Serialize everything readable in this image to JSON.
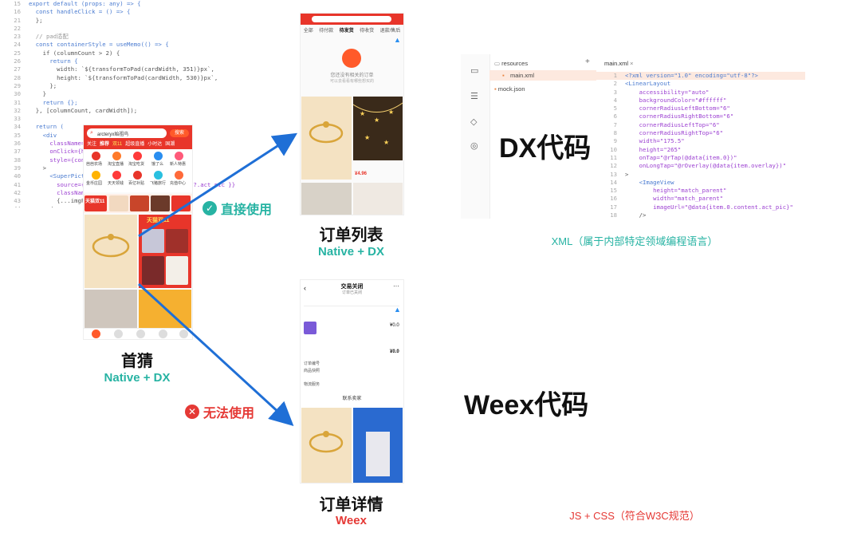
{
  "home": {
    "title": "首猜",
    "subtitle": "Native + DX",
    "search_text": "arcteryx始祖鸟",
    "search_btn": "搜索",
    "tabs": [
      "关注",
      "推荐",
      "双11",
      "超级直播",
      "小时达",
      "国潮"
    ],
    "grid_labels": [
      "芭芭农场",
      "淘宝直播",
      "淘宝吃货",
      "饿了么",
      "新人特惠",
      "金币庄园",
      "天天领钱",
      "百亿补贴",
      "飞猪旅行",
      "充值中心"
    ],
    "banner_text": "天猫双11",
    "promo_text": "天猫双11"
  },
  "order_list": {
    "title": "订单列表",
    "subtitle": "Native + DX",
    "tabs": [
      "全部",
      "待付款",
      "待发货",
      "待收货",
      "退款/售后"
    ],
    "empty_text": "您还没有相关的订单",
    "empty_sub": "可以去看看有哪些想买的",
    "price_tag": "¥4.96"
  },
  "order_detail": {
    "title": "订单详情",
    "subtitle": "Weex",
    "header": "交易关闭",
    "header_sub": "订单已关闭",
    "price": "¥0.0",
    "contact": "联系卖家",
    "rows": [
      "订单编号",
      "商品快照",
      "物流服务"
    ]
  },
  "arrows": {
    "ok_label": "直接使用",
    "fail_label": "无法使用"
  },
  "dx": {
    "label": "DX代码",
    "caption": "XML（属于内部特定领域编程语言）",
    "tree": [
      "resources",
      "main.xml",
      "mock.json"
    ],
    "tab": "main.xml",
    "lines": [
      {
        "n": "1",
        "t": "<?xml version=\"1.0\" encoding=\"utf-8\"?>"
      },
      {
        "n": "2",
        "t": "<LinearLayout"
      },
      {
        "n": "3",
        "t": "    accessibility=\"auto\""
      },
      {
        "n": "4",
        "t": "    backgroundColor=\"#ffffff\""
      },
      {
        "n": "5",
        "t": "    cornerRadiusLeftBottom=\"6\""
      },
      {
        "n": "6",
        "t": "    cornerRadiusRightBottom=\"6\""
      },
      {
        "n": "7",
        "t": "    cornerRadiusLeftTop=\"6\""
      },
      {
        "n": "8",
        "t": "    cornerRadiusRightTop=\"6\""
      },
      {
        "n": "9",
        "t": "    width=\"175.5\""
      },
      {
        "n": "10",
        "t": "    height=\"265\""
      },
      {
        "n": "11",
        "t": "    onTap=\"@rTap(@data{item.0})\""
      },
      {
        "n": "12",
        "t": "    onLongTap=\"@rOverlay(@data{item.overlay})\""
      },
      {
        "n": "13",
        "t": ">"
      },
      {
        "n": "14",
        "t": "    <ImageView"
      },
      {
        "n": "15",
        "t": "        height=\"match_parent\""
      },
      {
        "n": "16",
        "t": "        width=\"match_parent\""
      },
      {
        "n": "17",
        "t": "        imageUrl=\"@data{item.0.content.act_pic}\""
      },
      {
        "n": "18",
        "t": "    />"
      }
    ]
  },
  "weex": {
    "label": "Weex代码",
    "caption": "JS + CSS（符合W3C规范）",
    "lines": [
      {
        "n": "15",
        "t": "export default (props: any) => {"
      },
      {
        "n": "16",
        "t": "  const handleClick = () => {"
      },
      {
        "n": "21",
        "t": "  };"
      },
      {
        "n": "22",
        "t": ""
      },
      {
        "n": "23",
        "t": "  // pad适配"
      },
      {
        "n": "24",
        "t": "  const containerStyle = useMemo(() => {"
      },
      {
        "n": "25",
        "t": "    if (columnCount > 2) {"
      },
      {
        "n": "26",
        "t": "      return {"
      },
      {
        "n": "27",
        "t": "        width: `${transformToPad(cardWidth, 351)}px`,"
      },
      {
        "n": "28",
        "t": "        height: `${transformToPad(cardWidth, 530)}px`,"
      },
      {
        "n": "29",
        "t": "      };"
      },
      {
        "n": "30",
        "t": "    }"
      },
      {
        "n": "31",
        "t": "    return {};"
      },
      {
        "n": "32",
        "t": "  }, [columnCount, cardWidth]);"
      },
      {
        "n": "33",
        "t": ""
      },
      {
        "n": "34",
        "t": "  return ("
      },
      {
        "n": "35",
        "t": "    <div"
      },
      {
        "n": "36",
        "t": "      className={styles.container}"
      },
      {
        "n": "37",
        "t": "      onClick={handleClick}"
      },
      {
        "n": "38",
        "t": "      style={containerStyle}"
      },
      {
        "n": "39",
        "t": "    >"
      },
      {
        "n": "40",
        "t": "      <SuperPicture"
      },
      {
        "n": "41",
        "t": "        source={{ uri: data?.item?.[0]?.content?.act_pic }}"
      },
      {
        "n": "42",
        "t": "        className={styles.mainImg}"
      },
      {
        "n": "43",
        "t": "        {...imgProps}"
      },
      {
        "n": "44",
        "t": "      />"
      }
    ]
  },
  "colors": {
    "teal": "#27b3a3",
    "red": "#e53935",
    "arrow": "#1f6fd6",
    "tmall_red": "#e8352a"
  }
}
